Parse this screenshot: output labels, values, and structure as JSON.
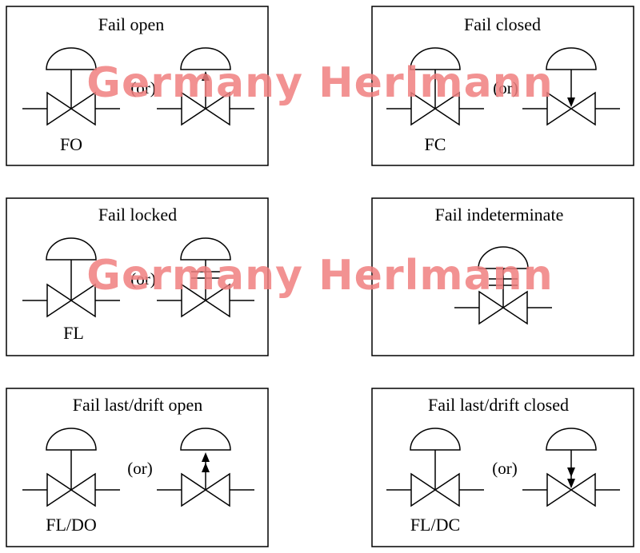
{
  "watermark": "Germany  Herlmann",
  "or_label": "(or)",
  "colors": {
    "stroke": "#000000",
    "watermark": "#f08080",
    "fill": "#ffffff"
  },
  "panels": [
    {
      "id": "fail-open",
      "title": "Fail open",
      "code": "FO",
      "variants": [
        "plain",
        "arrow-up"
      ]
    },
    {
      "id": "fail-closed",
      "title": "Fail closed",
      "code": "FC",
      "variants": [
        "plain",
        "arrow-down"
      ]
    },
    {
      "id": "fail-locked",
      "title": "Fail locked",
      "code": "FL",
      "variants": [
        "plain",
        "lock-bars"
      ]
    },
    {
      "id": "fail-indeterminate",
      "title": "Fail indeterminate",
      "code": "",
      "variants": [
        "lock-bars"
      ]
    },
    {
      "id": "fail-last-drift-open",
      "title": "Fail last/drift open",
      "code": "FL/DO",
      "variants": [
        "plain",
        "double-arrow-up"
      ]
    },
    {
      "id": "fail-last-drift-closed",
      "title": "Fail last/drift closed",
      "code": "FL/DC",
      "variants": [
        "plain",
        "double-arrow-down"
      ]
    }
  ]
}
